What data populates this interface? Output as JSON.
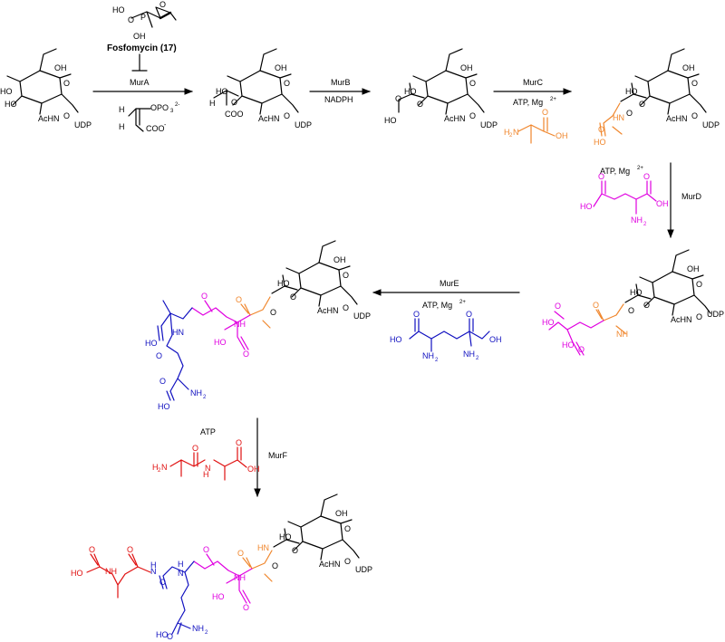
{
  "inhibitor": {
    "name": "Fosfomycin (17)",
    "po": "PO",
    "oh": "OH",
    "ho": "HO"
  },
  "enzymes": {
    "murA": "MurA",
    "murB": "MurB",
    "murC": "MurC",
    "murD": "MurD",
    "murE": "MurE",
    "murF": "MurF"
  },
  "cofactors": {
    "nadph": "NADPH",
    "atp": "ATP",
    "mg": "ATP, Mg",
    "sup": "2+"
  },
  "pep": {
    "h": "H",
    "opo3": "OPO",
    "sub3": "3",
    "sup2": "2-",
    "coo": "COO",
    "minus": "-"
  },
  "labels": {
    "ho": "HO",
    "oh": "OH",
    "acHN": "AcHN",
    "udp": "UDP",
    "o": "O",
    "hn": "HN",
    "nh": "NH",
    "h2n": "H",
    "n": "N",
    "nh2": "NH",
    "two": "2",
    "coo": "COO"
  },
  "colors": {
    "black": "#000000",
    "ala": "#f0862c",
    "glu": "#e000e0",
    "dap": "#1010c0",
    "dala": "#e01010"
  }
}
